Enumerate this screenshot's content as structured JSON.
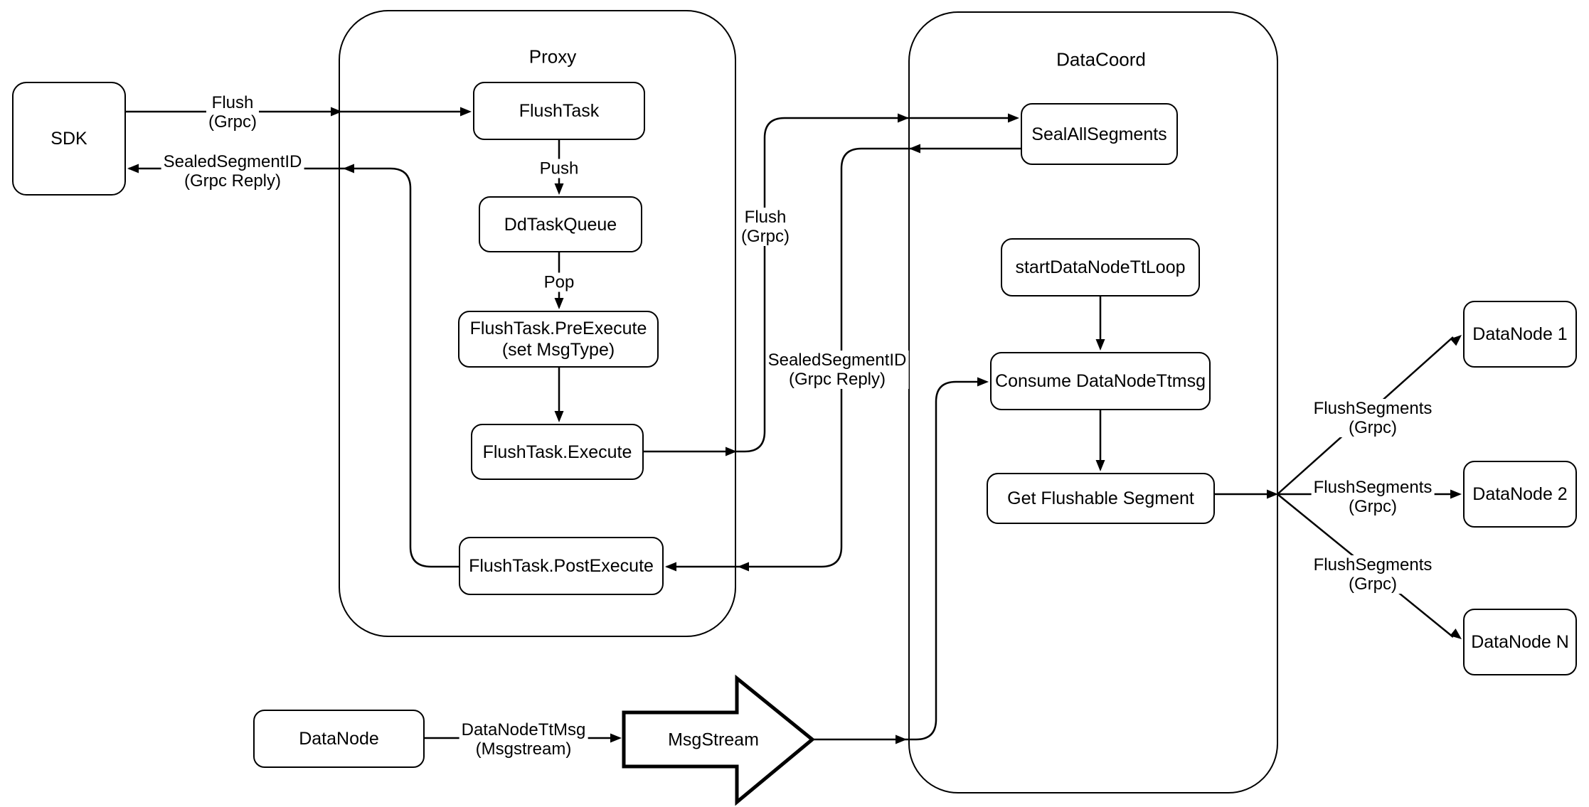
{
  "diagram": {
    "type": "flow-diagram",
    "background": "#ffffff",
    "stroke_color": "#000000",
    "node_fill": "#ffffff"
  },
  "containers": {
    "proxy": {
      "label": "Proxy"
    },
    "datacoord": {
      "label": "DataCoord"
    }
  },
  "nodes": {
    "sdk": {
      "label": "SDK"
    },
    "flush_task": {
      "label": "FlushTask"
    },
    "dd_task_queue": {
      "label": "DdTaskQueue"
    },
    "flush_task_pre_execute": {
      "line1": "FlushTask.PreExecute",
      "line2": "(set MsgType)"
    },
    "flush_task_execute": {
      "label": "FlushTask.Execute"
    },
    "flush_task_post_execute": {
      "label": "FlushTask.PostExecute"
    },
    "seal_all_segments": {
      "label": "SealAllSegments"
    },
    "start_data_node_tt_loop": {
      "label": "startDataNodeTtLoop"
    },
    "consume_data_node_ttmsg": {
      "label": "Consume DataNodeTtmsg"
    },
    "get_flushable_segment": {
      "label": "Get Flushable Segment"
    },
    "data_node_1": {
      "label": "DataNode 1"
    },
    "data_node_2": {
      "label": "DataNode 2"
    },
    "data_node_n": {
      "label": "DataNode N"
    },
    "data_node": {
      "label": "DataNode"
    },
    "msg_stream": {
      "label": "MsgStream"
    }
  },
  "edge_labels": {
    "sdk_flush": {
      "line1": "Flush",
      "line2": "(Grpc)"
    },
    "sdk_sealed_segment_id": {
      "line1": "SealedSegmentID",
      "line2": "(Grpc Reply)"
    },
    "push": {
      "text": "Push"
    },
    "pop": {
      "text": "Pop"
    },
    "flush_grpc_mid": {
      "line1": "Flush",
      "line2": "(Grpc)"
    },
    "sealed_segment_id_mid": {
      "line1": "SealedSegmentID",
      "line2": "(Grpc Reply)"
    },
    "flush_segments_1": {
      "line1": "FlushSegments",
      "line2": "(Grpc)"
    },
    "flush_segments_2": {
      "line1": "FlushSegments",
      "line2": "(Grpc)"
    },
    "flush_segments_3": {
      "line1": "FlushSegments",
      "line2": "(Grpc)"
    },
    "data_node_tt_msg": {
      "line1": "DataNodeTtMsg",
      "line2": "(Msgstream)"
    }
  }
}
